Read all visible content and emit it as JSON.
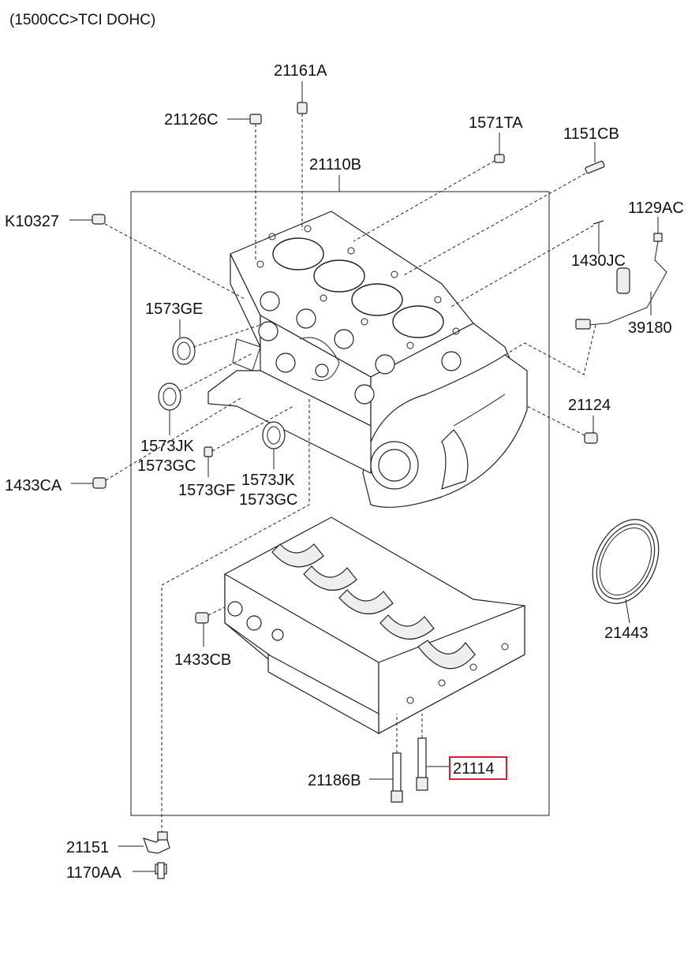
{
  "header": "(1500CC>TCI DOHC)",
  "labels": {
    "p21161A": "21161A",
    "p21126C": "21126C",
    "p1571TA": "1571TA",
    "p1151CB": "1151CB",
    "p21110B": "21110B",
    "pK10327": "K10327",
    "p1129AC": "1129AC",
    "p1430JC": "1430JC",
    "p39180": "39180",
    "p1573GE": "1573GE",
    "p21124": "21124",
    "p1573JK_a": "1573JK",
    "p1573GC_a": "1573GC",
    "p1433CA": "1433CA",
    "p1573GF": "1573GF",
    "p1573JK_b": "1573JK",
    "p1573GC_b": "1573GC",
    "p21443": "21443",
    "p1433CB": "1433CB",
    "p21186B": "21186B",
    "p21114": "21114",
    "p21151": "21151",
    "p1170AA": "1170AA"
  },
  "highlight": {
    "part": "21114",
    "color": "#d2202f"
  }
}
